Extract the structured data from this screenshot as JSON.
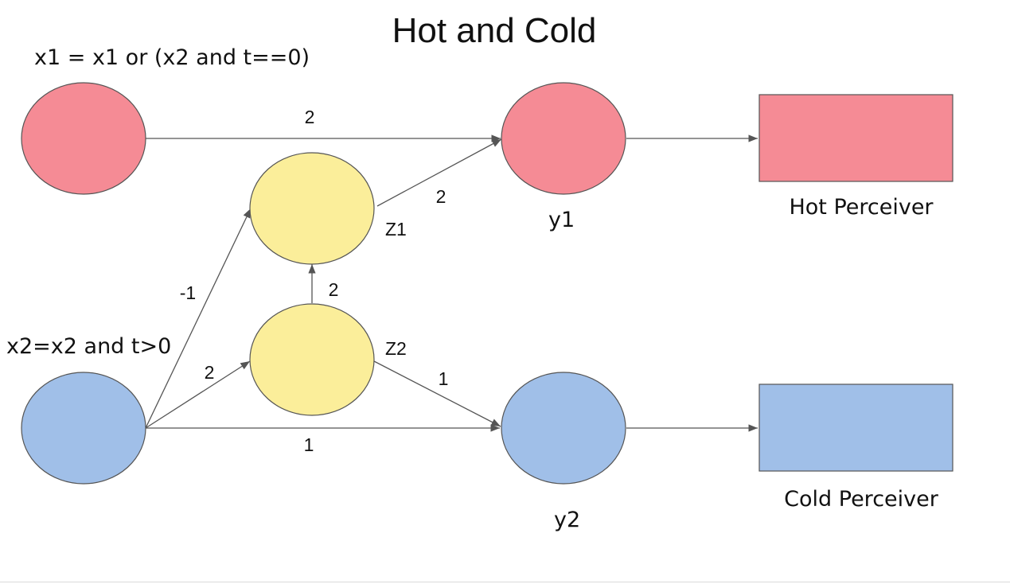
{
  "title": "Hot and Cold",
  "colors": {
    "hot": "#F58B95",
    "cold": "#A0BFE8",
    "hidden": "#FBEE9A",
    "stroke": "#555555",
    "edge": "#555555"
  },
  "inputs": {
    "x1_rule": "x1 = x1 or (x2 and t==0)",
    "x2_rule": "x2=x2 and t>0"
  },
  "nodes": {
    "z1_label": "Z1",
    "z2_label": "Z2",
    "y1_label": "y1",
    "y2_label": "y2"
  },
  "outputs": {
    "hot_label": "Hot Perceiver",
    "cold_label": "Cold Perceiver"
  },
  "weights": {
    "x1_y1": "2",
    "z1_y1": "2",
    "x2_z1": "-1",
    "z2_z1": "2",
    "x2_z2": "2",
    "z2_y2": "1",
    "x2_y2": "1"
  }
}
